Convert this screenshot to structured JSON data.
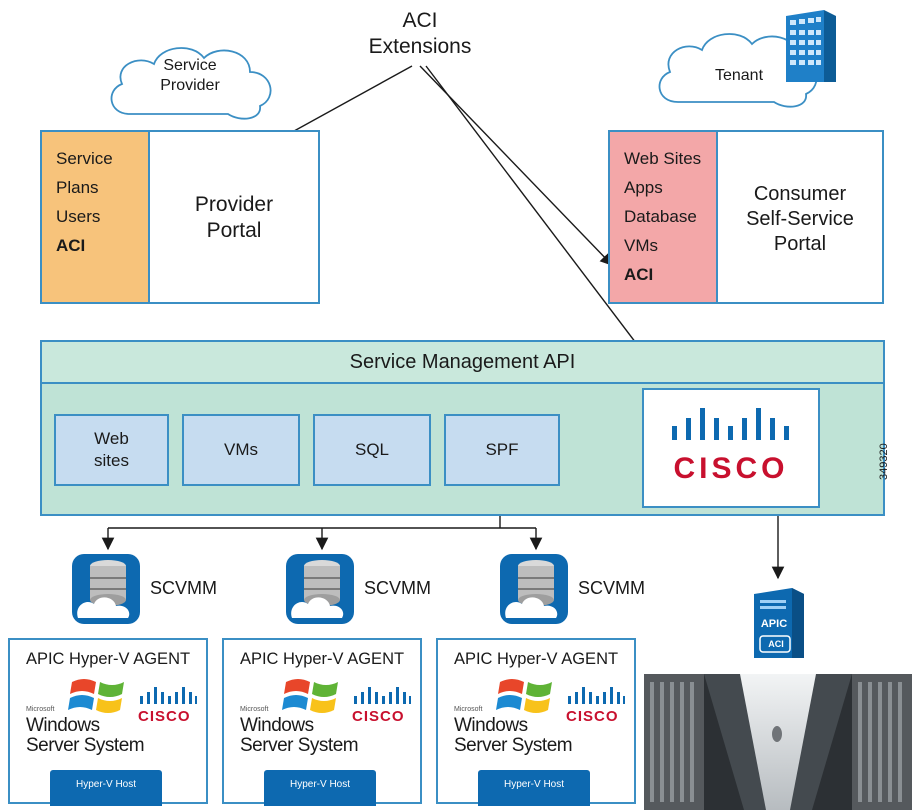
{
  "title": {
    "line1": "ACI",
    "line2": "Extensions"
  },
  "clouds": {
    "service_provider": {
      "line1": "Service",
      "line2": "Provider"
    },
    "tenant": "Tenant"
  },
  "provider_portal": {
    "items": [
      "Service",
      "Plans",
      "Users",
      "ACI"
    ],
    "label": {
      "line1": "Provider",
      "line2": "Portal"
    }
  },
  "consumer_portal": {
    "items": [
      "Web Sites",
      "Apps",
      "Database",
      "VMs",
      "ACI"
    ],
    "label": {
      "line1": "Consumer",
      "line2": "Self-Service",
      "line3": "Portal"
    }
  },
  "api": {
    "title": "Service Management API",
    "services": [
      {
        "line1": "Web",
        "line2": "sites"
      },
      {
        "line1": "VMs"
      },
      {
        "line1": "SQL"
      },
      {
        "line1": "SPF"
      }
    ],
    "logo_text": "CISCO"
  },
  "figure_id": "349320",
  "scvmm_label": "SCVMM",
  "agents": [
    {
      "title": "APIC Hyper-V AGENT",
      "win_small": "Microsoft",
      "win_line1": "Windows",
      "win_line2": "Server System",
      "cisco": "CISCO",
      "host": "Hyper-V Host"
    },
    {
      "title": "APIC Hyper-V AGENT",
      "win_small": "Microsoft",
      "win_line1": "Windows",
      "win_line2": "Server System",
      "cisco": "CISCO",
      "host": "Hyper-V Host"
    },
    {
      "title": "APIC Hyper-V AGENT",
      "win_small": "Microsoft",
      "win_line1": "Windows",
      "win_line2": "Server System",
      "cisco": "CISCO",
      "host": "Hyper-V Host"
    }
  ],
  "apic": {
    "line1": "APIC",
    "line2": "ACI"
  },
  "colors": {
    "border": "#3b8fc4",
    "provider_side": "#f7c37b",
    "consumer_side": "#f3a7a8",
    "api_bg": "#bfe3d6",
    "service_bg": "#c6dcf0",
    "cisco_red": "#c8102e",
    "icon_blue": "#0d69b0"
  }
}
